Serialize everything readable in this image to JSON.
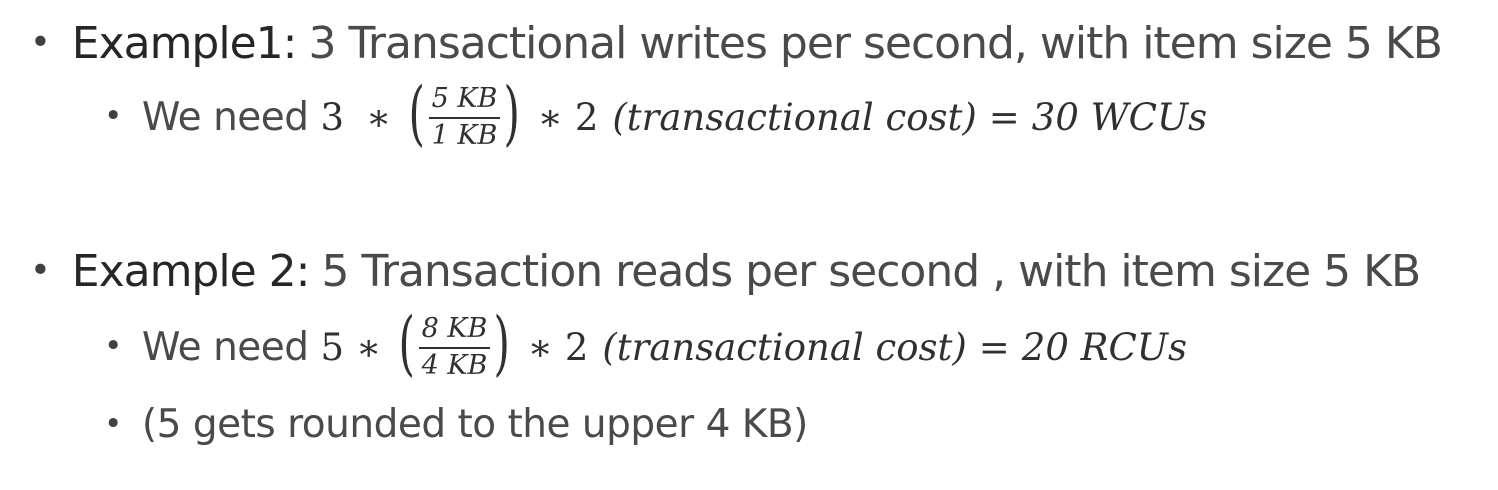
{
  "example1": {
    "label": "Example1:",
    "description": "3 Transactional writes per second, with item size 5 KB",
    "sub": {
      "prefix": "We need",
      "count": "3",
      "multiply": "∗",
      "numerator": "5 KB",
      "denominator": "1 KB",
      "factor": "2",
      "cost_label": "(transactional cost)",
      "equals": "=",
      "result": "30 WCUs"
    }
  },
  "example2": {
    "label": "Example 2:",
    "description": "5 Transaction reads per second , with item size 5 KB",
    "sub": {
      "prefix": "We need",
      "count": "5",
      "multiply": "∗",
      "numerator": "8 KB",
      "denominator": "4 KB",
      "factor": "2",
      "cost_label": "(transactional cost)",
      "equals": "=",
      "result": "20 RCUs"
    },
    "note": "(5 gets rounded to the upper 4 KB)"
  },
  "bullet_char": "•"
}
